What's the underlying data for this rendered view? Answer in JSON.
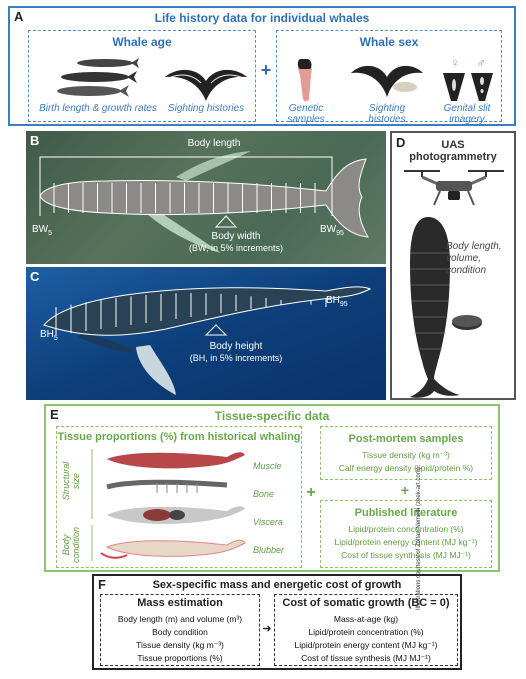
{
  "panelA": {
    "letter": "A",
    "title": "Life history data for individual whales",
    "age": {
      "title": "Whale age",
      "items": [
        "Birth length & growth rates",
        "Sighting histories"
      ]
    },
    "plus": "+",
    "sex": {
      "title": "Whale sex",
      "items": [
        "Genetic samples",
        "Sighting histories",
        "Genital slit imagery"
      ],
      "female_symbol": "♀",
      "male_symbol": "♂"
    }
  },
  "panelB": {
    "letter": "B",
    "body_length": "Body length",
    "bw5": "BW",
    "bw5_sub": "5",
    "bw95": "BW",
    "bw95_sub": "95",
    "width_label_1": "Body width",
    "width_label_2": "(BW, in 5% increments)"
  },
  "panelC": {
    "letter": "C",
    "bh5": "BH",
    "bh5_sub": "5",
    "bh95": "BH",
    "bh95_sub": "95",
    "height_label_1": "Body height",
    "height_label_2": "(BH, in 5% increments)"
  },
  "panelD": {
    "letter": "D",
    "title_1": "UAS",
    "title_2": "photogrammetry",
    "caption_1": "Body length,",
    "caption_2": "volume,",
    "caption_3": "condition"
  },
  "panelE": {
    "letter": "E",
    "title": "Tissue-specific data",
    "proportions_title": "Tissue proportions (%) from historical whaling",
    "side_1": "Structural size",
    "side_2": "Body condition",
    "tissues": [
      "Muscle",
      "Bone",
      "Viscera",
      "Blubber"
    ],
    "postmortem_title": "Post-mortem samples",
    "postmortem_items": [
      "Tissue density (kg m⁻³)",
      "Calf energy density (lipid/protein %)"
    ],
    "plus": "+",
    "literature_title": "Published literature",
    "literature_items": [
      "Lipid/protein concentration (%)",
      "Lipid/protein energy content (MJ kg⁻¹)",
      "Cost of tissue synthesis (MJ MJ⁻¹)"
    ]
  },
  "panelF": {
    "letter": "F",
    "title": "Sex-specific mass and energetic cost of growth",
    "mass_title": "Mass estimation",
    "mass_items": [
      "Body length (m) and volume (m³)",
      "Body condition",
      "Tissue density (kg m⁻³)",
      "Tissue proportions (%)"
    ],
    "arrow": "➜",
    "cost_title": "Cost of somatic growth (BC = 0)",
    "cost_items": [
      "Mass-at-age (kg)",
      "Lipid/protein concentration (%)",
      "Lipid/protein energy content (MJ kg⁻¹)",
      "Cost of tissue synthesis (MJ MJ⁻¹)"
    ]
  },
  "credit": "Illustrations courtesy of Zoltan Nemeth (zeek-art.com)"
}
